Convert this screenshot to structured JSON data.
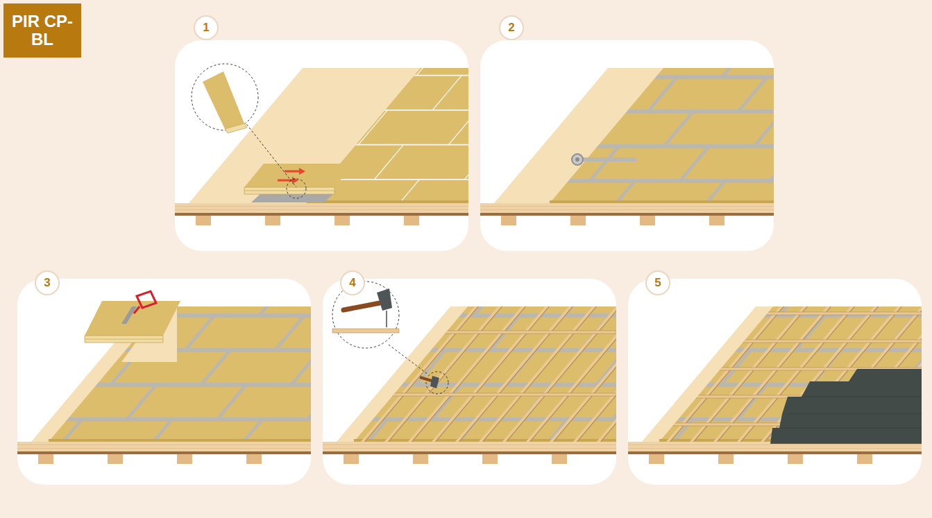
{
  "diagram": {
    "nodes": [
      {
        "text": [
          "PIR CP-BL"
        ]
      },
      {
        "text": [
          "1"
        ]
      },
      {
        "text": [
          "2"
        ]
      },
      {
        "text": [
          "3"
        ]
      },
      {
        "text": [
          "4"
        ]
      },
      {
        "text": [
          "5"
        ]
      }
    ]
  }
}
